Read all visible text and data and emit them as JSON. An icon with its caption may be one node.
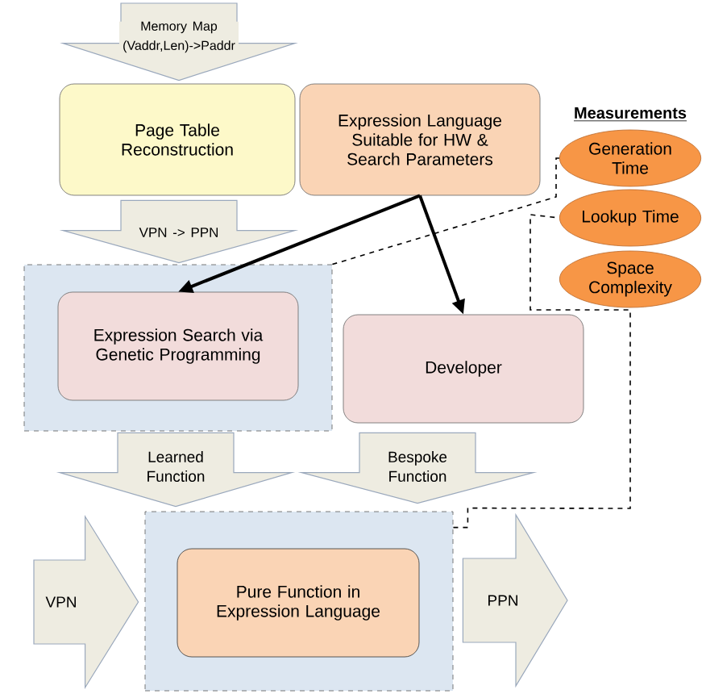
{
  "diagram": {
    "nodes": [
      {
        "text": [
          "Page Table Reconstruction"
        ]
      },
      {
        "text": [
          "Expression Language Suitable for HW & Search Parameters"
        ]
      },
      {
        "text": [],
        "shape": "box"
      },
      {
        "text": [
          "Expression Search via Genetic Programming"
        ],
        "in": 2
      },
      {
        "text": [
          "Developer"
        ]
      },
      {
        "text": [],
        "shape": "box"
      },
      {
        "text": [
          "Pure Function in Expression Language"
        ],
        "in": 5
      },
      {
        "text": [
          "Generation Time"
        ]
      },
      {
        "text": [
          "Lookup Time"
        ]
      },
      {
        "text": [
          "Space Complexity"
        ]
      }
    ],
    "edges": [
      {
        "from": 1,
        "to": 3,
        "arrow": "to"
      },
      {
        "from": 1,
        "to": 4,
        "arrow": "to"
      },
      {
        "from": 2,
        "to": 7,
        "arrow": "none",
        "style": "dashed"
      },
      {
        "from": 5,
        "to": 8,
        "arrow": "none",
        "style": "dashed"
      },
      {
        "from": null,
        "to": 0,
        "arrow": "to",
        "label": "Memory Map (Vaddr,Len)->Paddr"
      },
      {
        "from": 0,
        "to": 2,
        "arrow": "to",
        "label": "VPN -> PPN"
      },
      {
        "from": 2,
        "to": 5,
        "arrow": "to",
        "label": "Learned Function"
      },
      {
        "from": 4,
        "to": 5,
        "arrow": "to",
        "label": "Bespoke Function"
      },
      {
        "from": null,
        "to": 5,
        "arrow": "to",
        "label": "VPN"
      },
      {
        "from": 5,
        "to": null,
        "arrow": "to",
        "label": "PPN"
      }
    ],
    "labels": [
      "Measurements"
    ]
  }
}
